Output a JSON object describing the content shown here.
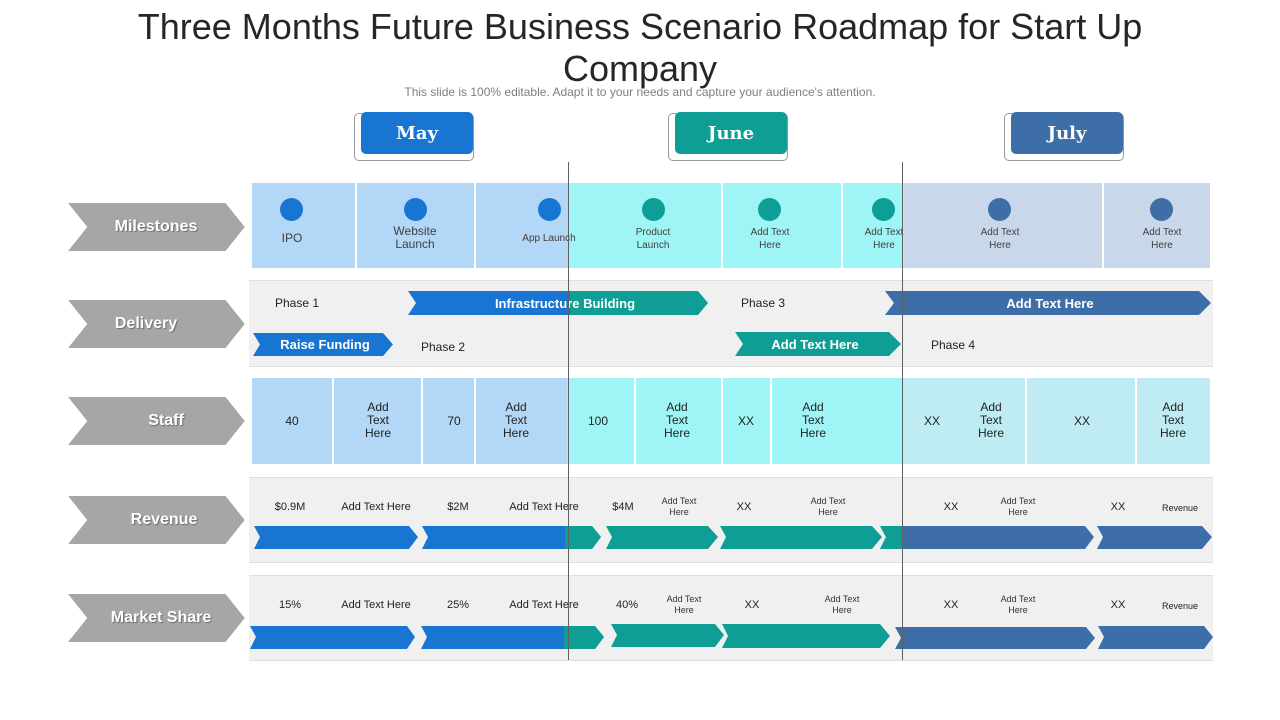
{
  "title": "Three Months Future Business Scenario Roadmap for Start Up Company",
  "subtitle": "This slide is 100% editable. Adapt it to your needs and capture your audience's attention.",
  "months": [
    "May",
    "June",
    "July"
  ],
  "colors": {
    "may": "#1876d2",
    "june": "#0f9e96",
    "july": "#3e6ea8"
  },
  "rows": {
    "milestones": "Milestones",
    "delivery": "Delivery",
    "staff": "Staff",
    "revenue": "Revenue",
    "market_share": "Market Share"
  },
  "milestones": [
    {
      "label": "IPO"
    },
    {
      "label": "Website Launch"
    },
    {
      "label": "App Launch"
    },
    {
      "label": "Product Launch"
    },
    {
      "label": "Add Text Here"
    },
    {
      "label": "Add Text Here"
    },
    {
      "label": "Add Text Here"
    },
    {
      "label": "Add Text Here"
    }
  ],
  "delivery": {
    "phase1": "Phase 1",
    "phase2": "Phase 2",
    "phase3": "Phase 3",
    "phase4": "Phase 4",
    "raise_funding": "Raise Funding",
    "infrastructure": "Infrastructure  Building",
    "add_text_june": "Add Text Here",
    "add_text_july": "Add Text Here"
  },
  "staff": [
    "40",
    "Add Text Here",
    "70",
    "Add Text Here",
    "100",
    "Add Text Here",
    "XX",
    "Add Text Here",
    "XX",
    "Add Text Here",
    "XX",
    "Add Text Here"
  ],
  "revenue": [
    "$0.9M",
    "Add Text Here",
    "$2M",
    "Add Text Here",
    "$4M",
    "Add Text Here",
    "XX",
    "Add Text Here",
    "XX",
    "Add Text Here",
    "XX",
    "Revenue"
  ],
  "market_share": [
    "15%",
    "Add Text Here",
    "25%",
    "Add Text Here",
    "40%",
    "Add Text Here",
    "XX",
    "Add Text Here",
    "XX",
    "Add Text Here",
    "XX",
    "Revenue"
  ]
}
